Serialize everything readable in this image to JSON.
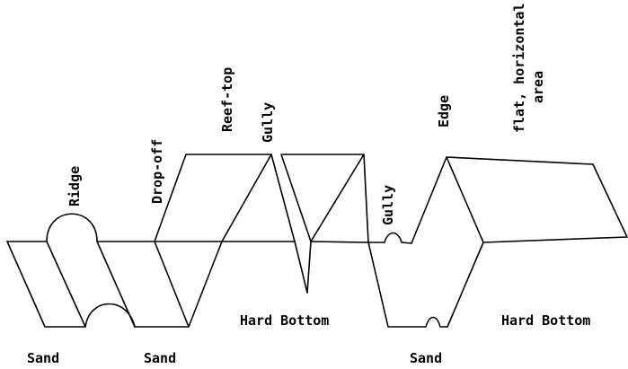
{
  "diagram": {
    "labels": {
      "ridge": "Ridge",
      "drop_off": "Drop-off",
      "reef_top": "Reef-top",
      "gully_1": "Gully",
      "gully_2": "Gully",
      "edge": "Edge",
      "flat_line1": "flat, horizontal",
      "flat_line2": "area",
      "hard_bottom_1": "Hard Bottom",
      "hard_bottom_2": "Hard Bottom",
      "sand_1": "Sand",
      "sand_2": "Sand",
      "sand_3": "Sand"
    }
  }
}
